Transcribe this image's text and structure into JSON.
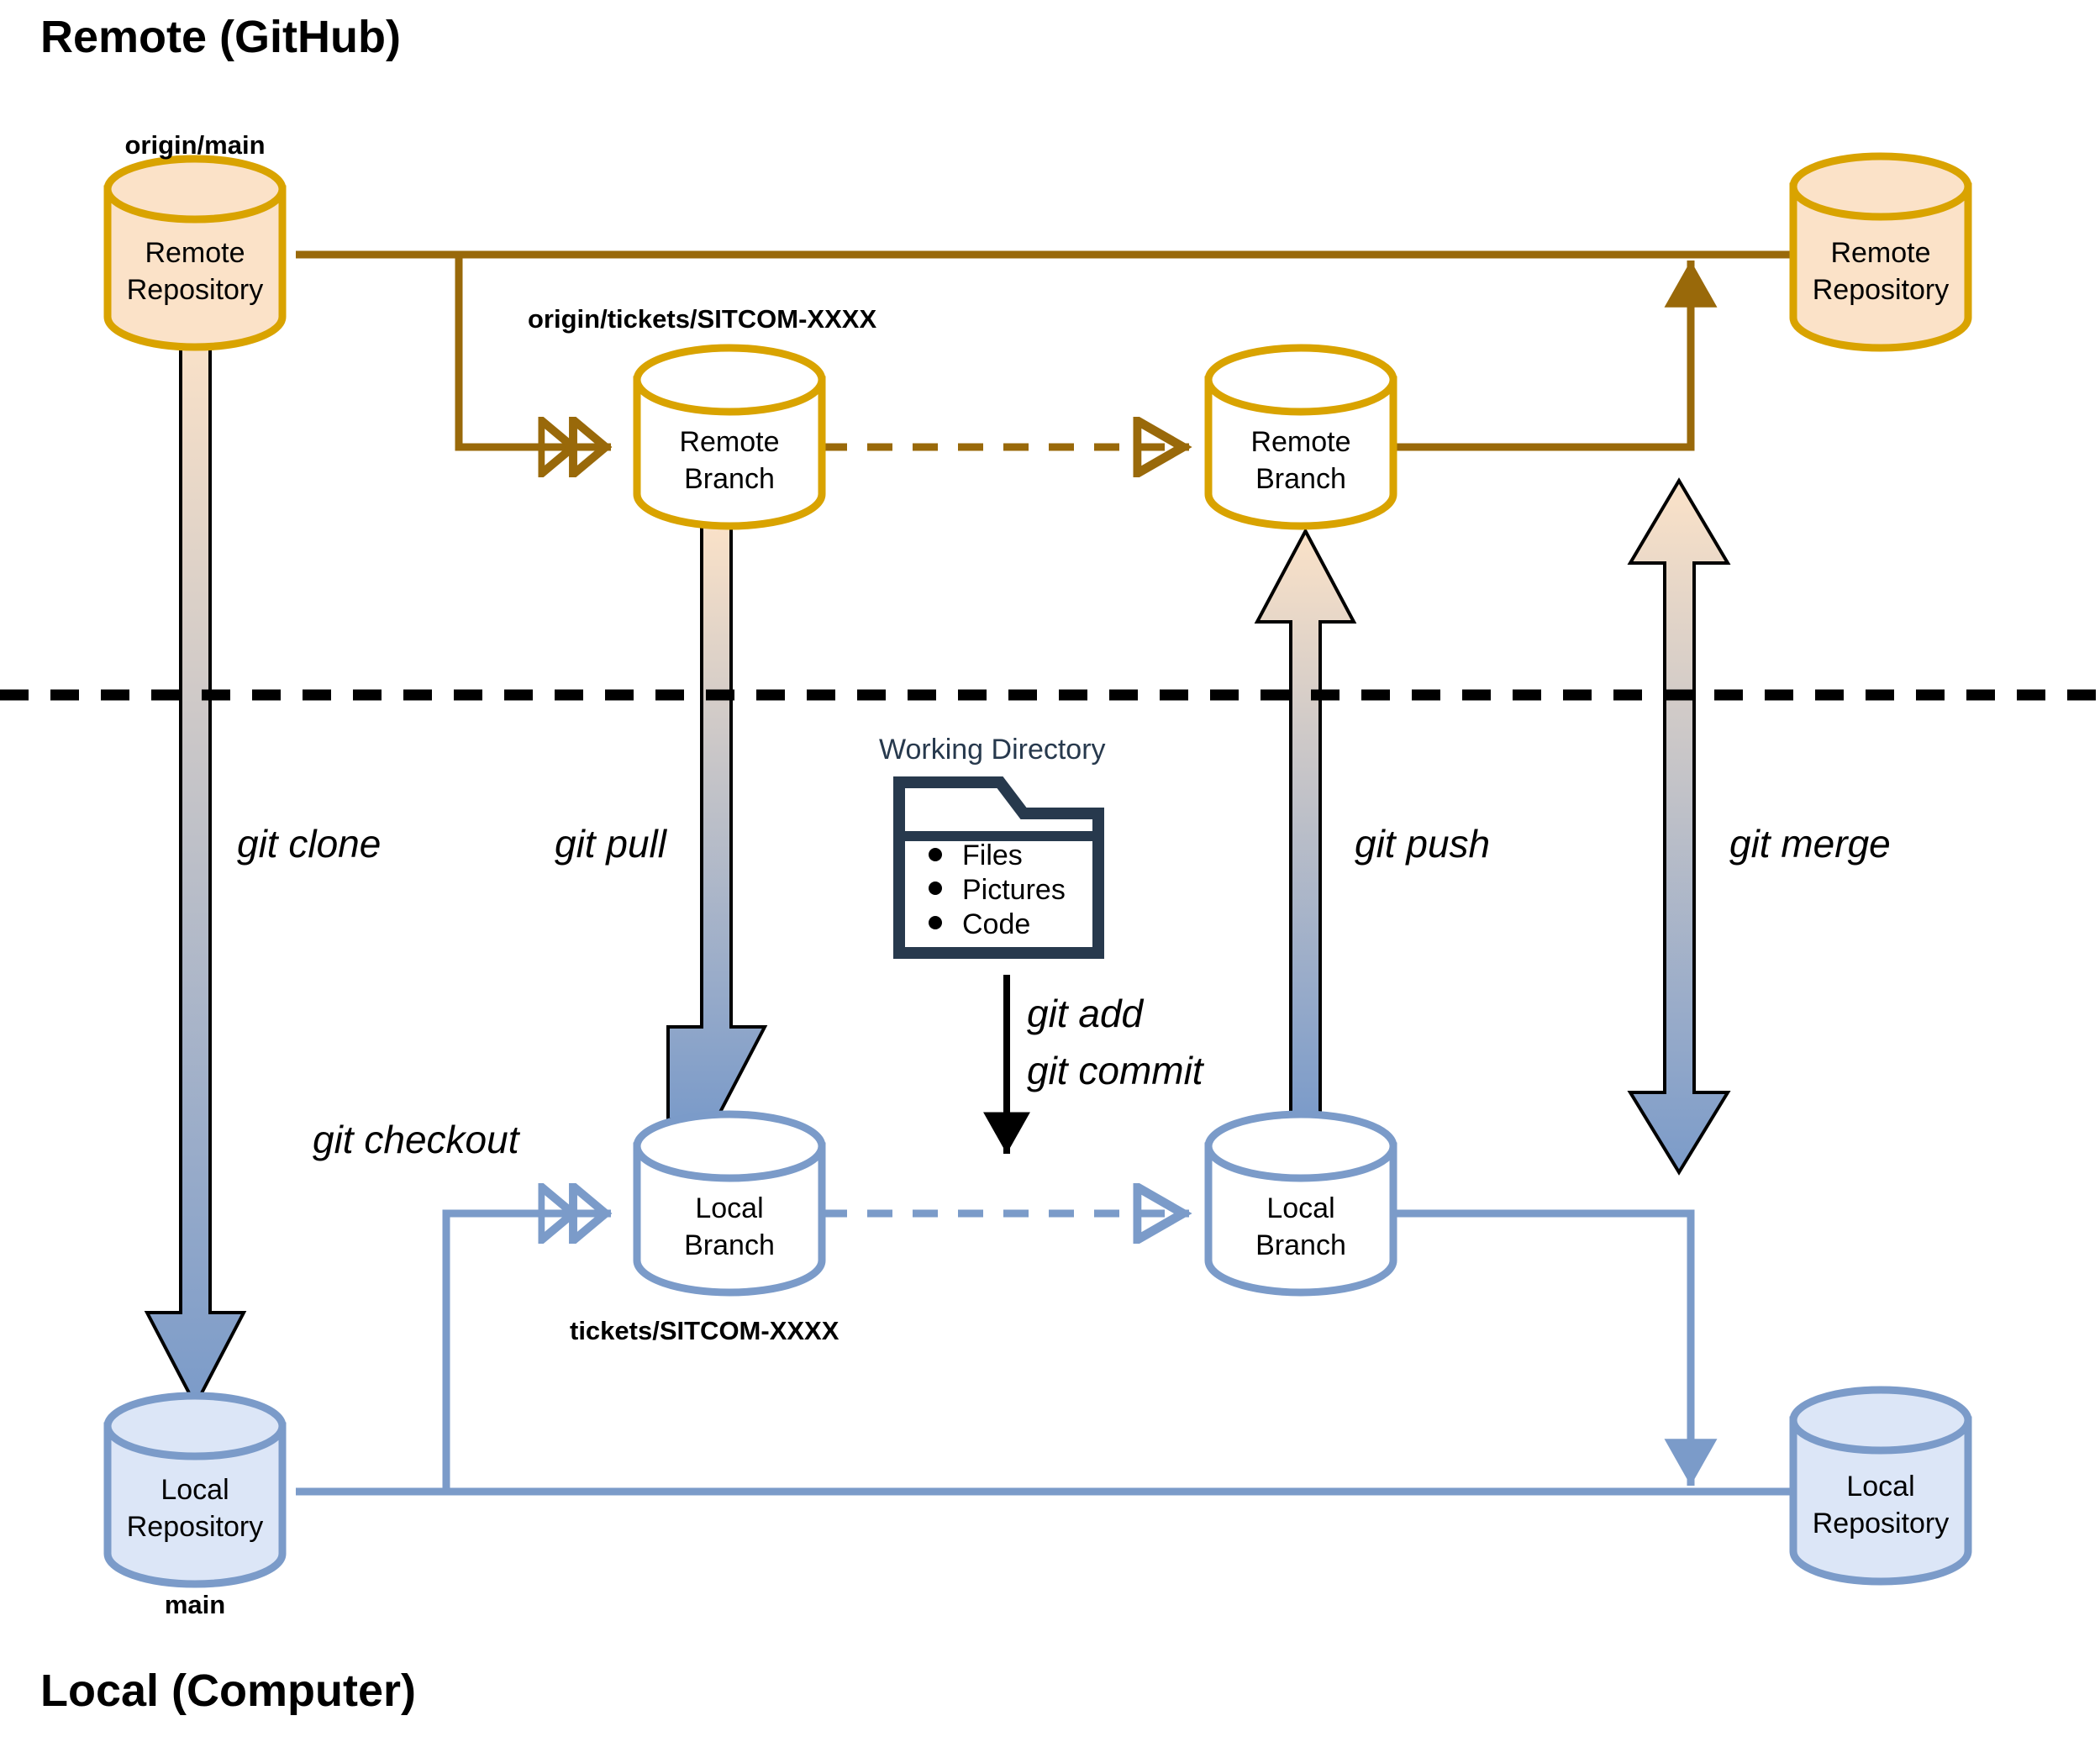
{
  "diagram": {
    "title_remote": "Remote (GitHub)",
    "title_local": "Local (Computer)",
    "colors": {
      "remote_fill": "#FBE2C8",
      "remote_stroke": "#D9A300",
      "remote_connector": "#99690A",
      "local_fill": "#DCE6F7",
      "local_stroke": "#7B9BC9",
      "local_connector": "#7B9BC9",
      "working_dir_stroke": "#27394d",
      "divider": "#000000"
    }
  },
  "nodes": {
    "remote_repo_main": {
      "line1": "Remote",
      "line2": "Repository",
      "label": "origin/main"
    },
    "remote_branch_left": {
      "line1": "Remote",
      "line2": "Branch",
      "label": "origin/tickets/SITCOM-XXXX"
    },
    "remote_branch_right": {
      "line1": "Remote",
      "line2": "Branch"
    },
    "remote_repo_right": {
      "line1": "Remote",
      "line2": "Repository"
    },
    "local_repo_main": {
      "line1": "Local",
      "line2": "Repository",
      "label": "main"
    },
    "local_branch_left": {
      "line1": "Local",
      "line2": "Branch",
      "label": "tickets/SITCOM-XXXX"
    },
    "local_branch_right": {
      "line1": "Local",
      "line2": "Branch"
    },
    "local_repo_right": {
      "line1": "Local",
      "line2": "Repository"
    }
  },
  "working_directory": {
    "title": "Working Directory",
    "items": [
      "Files",
      "Pictures",
      "Code"
    ]
  },
  "commands": {
    "clone": "git clone",
    "pull": "git pull",
    "push": "git push",
    "merge": "git merge",
    "checkout": "git checkout",
    "add": "git add",
    "commit": "git commit"
  }
}
